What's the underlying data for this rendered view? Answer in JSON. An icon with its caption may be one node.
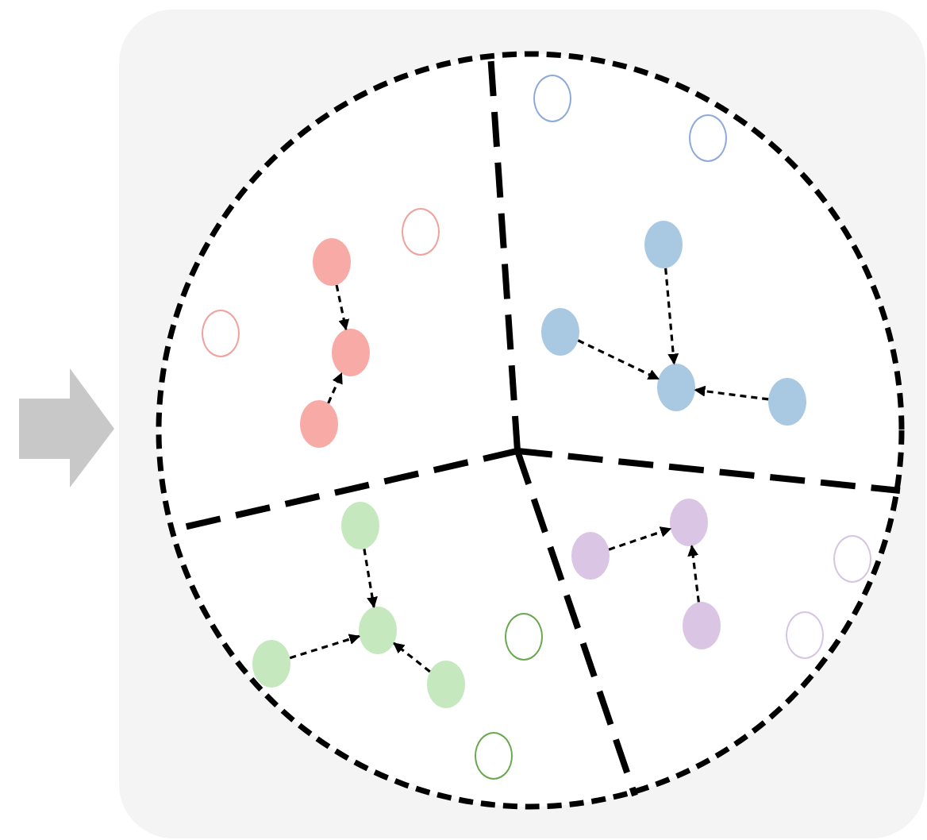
{
  "diagram": {
    "nodes": [
      {
        "text": [],
        "shape": "box"
      },
      {
        "text": [],
        "shape": "circle",
        "in": 0
      },
      {
        "text": [],
        "shape": "circle",
        "in": 1
      },
      {
        "text": [],
        "shape": "circle",
        "in": 1
      },
      {
        "text": [],
        "shape": "circle",
        "in": 1
      },
      {
        "text": [],
        "shape": "circle",
        "in": 1
      },
      {
        "text": [],
        "shape": "circle",
        "in": 1
      },
      {
        "text": [],
        "shape": "circle",
        "in": 1
      },
      {
        "text": [],
        "shape": "circle",
        "in": 1
      },
      {
        "text": [],
        "shape": "circle",
        "in": 1
      },
      {
        "text": [],
        "shape": "circle",
        "in": 1
      },
      {
        "text": [],
        "shape": "circle",
        "in": 1
      },
      {
        "text": [],
        "shape": "circle",
        "in": 1
      },
      {
        "text": [],
        "shape": "circle",
        "in": 1
      },
      {
        "text": [],
        "shape": "circle",
        "in": 1
      },
      {
        "text": [],
        "shape": "circle",
        "in": 1
      },
      {
        "text": [],
        "shape": "circle",
        "in": 1
      },
      {
        "text": [],
        "shape": "circle",
        "in": 1
      },
      {
        "text": [],
        "shape": "circle",
        "in": 1
      },
      {
        "text": [],
        "shape": "circle",
        "in": 1
      },
      {
        "text": [],
        "shape": "circle",
        "in": 1
      },
      {
        "text": [],
        "shape": "circle",
        "in": 1
      },
      {
        "text": [],
        "shape": "circle",
        "in": 1
      },
      {
        "text": [],
        "shape": "circle",
        "in": 1
      }
    ],
    "edges": [
      {
        "from": 6,
        "to": 9,
        "arrow": "to",
        "style": "dashed"
      },
      {
        "from": 12,
        "to": 9,
        "arrow": "to",
        "style": "dashed"
      },
      {
        "from": 5,
        "to": 10,
        "arrow": "to",
        "style": "dashed"
      },
      {
        "from": 7,
        "to": 10,
        "arrow": "to",
        "style": "dashed"
      },
      {
        "from": 11,
        "to": 10,
        "arrow": "to",
        "style": "dashed"
      },
      {
        "from": 14,
        "to": 18,
        "arrow": "to",
        "style": "dashed"
      },
      {
        "from": 21,
        "to": 18,
        "arrow": "to",
        "style": "dashed"
      },
      {
        "from": 22,
        "to": 18,
        "arrow": "to",
        "style": "dashed"
      },
      {
        "from": 15,
        "to": 13,
        "arrow": "to",
        "style": "dashed"
      },
      {
        "from": 17,
        "to": 13,
        "arrow": "to",
        "style": "dashed"
      },
      {
        "from": null,
        "to": 0,
        "arrow": "to",
        "style": "thick",
        "color": "#c8c8c8"
      }
    ]
  }
}
